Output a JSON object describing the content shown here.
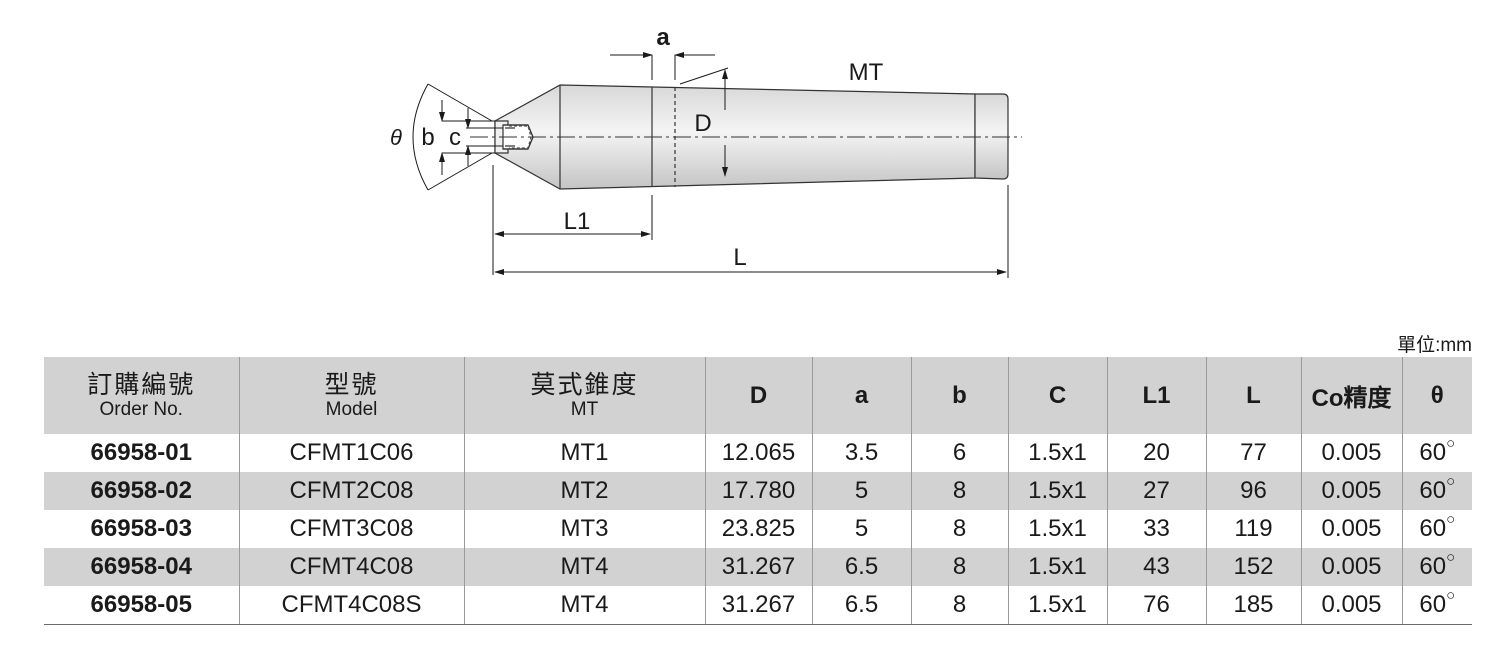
{
  "drawing": {
    "labels": {
      "a": "a",
      "mt": "MT",
      "d": "D",
      "b": "b",
      "c": "c",
      "theta": "θ",
      "l1": "L1",
      "l": "L"
    }
  },
  "unit": "單位:mm",
  "table": {
    "headers": {
      "order_zh": "訂購編號",
      "order_en": "Order No.",
      "model_zh": "型號",
      "model_en": "Model",
      "mt_zh": "莫式錐度",
      "mt_en": "MT",
      "d": "D",
      "a": "a",
      "b": "b",
      "c": "C",
      "l1": "L1",
      "l": "L",
      "precision": "Co精度",
      "theta": "θ"
    },
    "rows": [
      {
        "order": "66958-01",
        "model": "CFMT1C06",
        "mt": "MT1",
        "d": "12.065",
        "a": "3.5",
        "b": "6",
        "c": "1.5x1",
        "l1": "20",
        "l": "77",
        "co": "0.005",
        "theta": "60"
      },
      {
        "order": "66958-02",
        "model": "CFMT2C08",
        "mt": "MT2",
        "d": "17.780",
        "a": "5",
        "b": "8",
        "c": "1.5x1",
        "l1": "27",
        "l": "96",
        "co": "0.005",
        "theta": "60"
      },
      {
        "order": "66958-03",
        "model": "CFMT3C08",
        "mt": "MT3",
        "d": "23.825",
        "a": "5",
        "b": "8",
        "c": "1.5x1",
        "l1": "33",
        "l": "119",
        "co": "0.005",
        "theta": "60"
      },
      {
        "order": "66958-04",
        "model": "CFMT4C08",
        "mt": "MT4",
        "d": "31.267",
        "a": "6.5",
        "b": "8",
        "c": "1.5x1",
        "l1": "43",
        "l": "152",
        "co": "0.005",
        "theta": "60"
      },
      {
        "order": "66958-05",
        "model": "CFMT4C08S",
        "mt": "MT4",
        "d": "31.267",
        "a": "6.5",
        "b": "8",
        "c": "1.5x1",
        "l1": "76",
        "l": "185",
        "co": "0.005",
        "theta": "60"
      }
    ],
    "degree_symbol": "○"
  }
}
